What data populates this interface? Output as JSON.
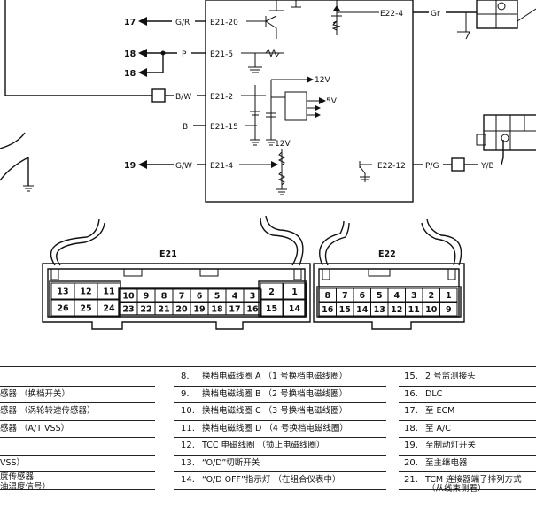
{
  "wires": [
    {
      "id": "w17",
      "out_num": "17",
      "color": "G/R",
      "term": "E21-20"
    },
    {
      "id": "w18",
      "out_num": "18",
      "out_num_b": "18",
      "color": "P",
      "term": "E21-5"
    },
    {
      "id": "wbw",
      "color": "B/W",
      "term": "E21-2"
    },
    {
      "id": "wb",
      "color": "B",
      "term": "E21-15"
    },
    {
      "id": "w19",
      "out_num": "19",
      "color": "G/W",
      "term": "E21-4"
    }
  ],
  "right_wires": {
    "top": {
      "term": "E22-4",
      "color": "Gr"
    },
    "bottom": {
      "term": "E22-12",
      "color": "P/G",
      "color2": "Y/B"
    }
  },
  "voltages": {
    "v12a": "12V",
    "v5": "5V",
    "v12b": "12V"
  },
  "connectors": {
    "e21": {
      "name": "E21",
      "top_small": [
        "13",
        "12",
        "11"
      ],
      "top_large": [
        "10",
        "9",
        "8",
        "7",
        "6",
        "5",
        "4",
        "3",
        "2",
        "1"
      ],
      "bottom_small": [
        "26",
        "25",
        "24"
      ],
      "bottom_large": [
        "23",
        "22",
        "21",
        "20",
        "19",
        "18",
        "17",
        "16",
        "15",
        "14"
      ]
    },
    "e22": {
      "name": "E22",
      "top": [
        "8",
        "7",
        "6",
        "5",
        "4",
        "3",
        "2",
        "1"
      ],
      "bottom": [
        "16",
        "15",
        "14",
        "13",
        "12",
        "11",
        "10",
        "9"
      ]
    }
  },
  "legend": {
    "col1": [
      "",
      "感器 （换档开关）",
      "感器 （涡轮转速传感器）",
      "感器 （A/T VSS）",
      "",
      "VSS）",
      "度传感器",
      "油温度信号）"
    ],
    "col2": [
      {
        "num": "8.",
        "text": "换档电磁线圈 A （1 号换档电磁线圈）"
      },
      {
        "num": "9.",
        "text": "换档电磁线圈 B （2 号换档电磁线圈）"
      },
      {
        "num": "10.",
        "text": "换档电磁线圈 C （3 号换档电磁线圈）"
      },
      {
        "num": "11.",
        "text": "换档电磁线圈 D （4 号换档电磁线圈）"
      },
      {
        "num": "12.",
        "text": "TCC 电磁线圈 （锁止电磁线圈）"
      },
      {
        "num": "13.",
        "text": "“O/D”切断开关"
      },
      {
        "num": "14.",
        "text": "“O/D OFF”指示灯 （在组合仪表中）"
      }
    ],
    "col3": [
      {
        "num": "15.",
        "text": "2 号监测接头"
      },
      {
        "num": "16.",
        "text": "DLC"
      },
      {
        "num": "17.",
        "text": "至 ECM"
      },
      {
        "num": "18.",
        "text": "至 A/C"
      },
      {
        "num": "19.",
        "text": "至制动灯开关"
      },
      {
        "num": "20.",
        "text": "至主继电器"
      },
      {
        "num": "21.",
        "text": "TCM 连接器端子排列方式"
      }
    ],
    "col3_extra": "（从线束侧看）"
  }
}
